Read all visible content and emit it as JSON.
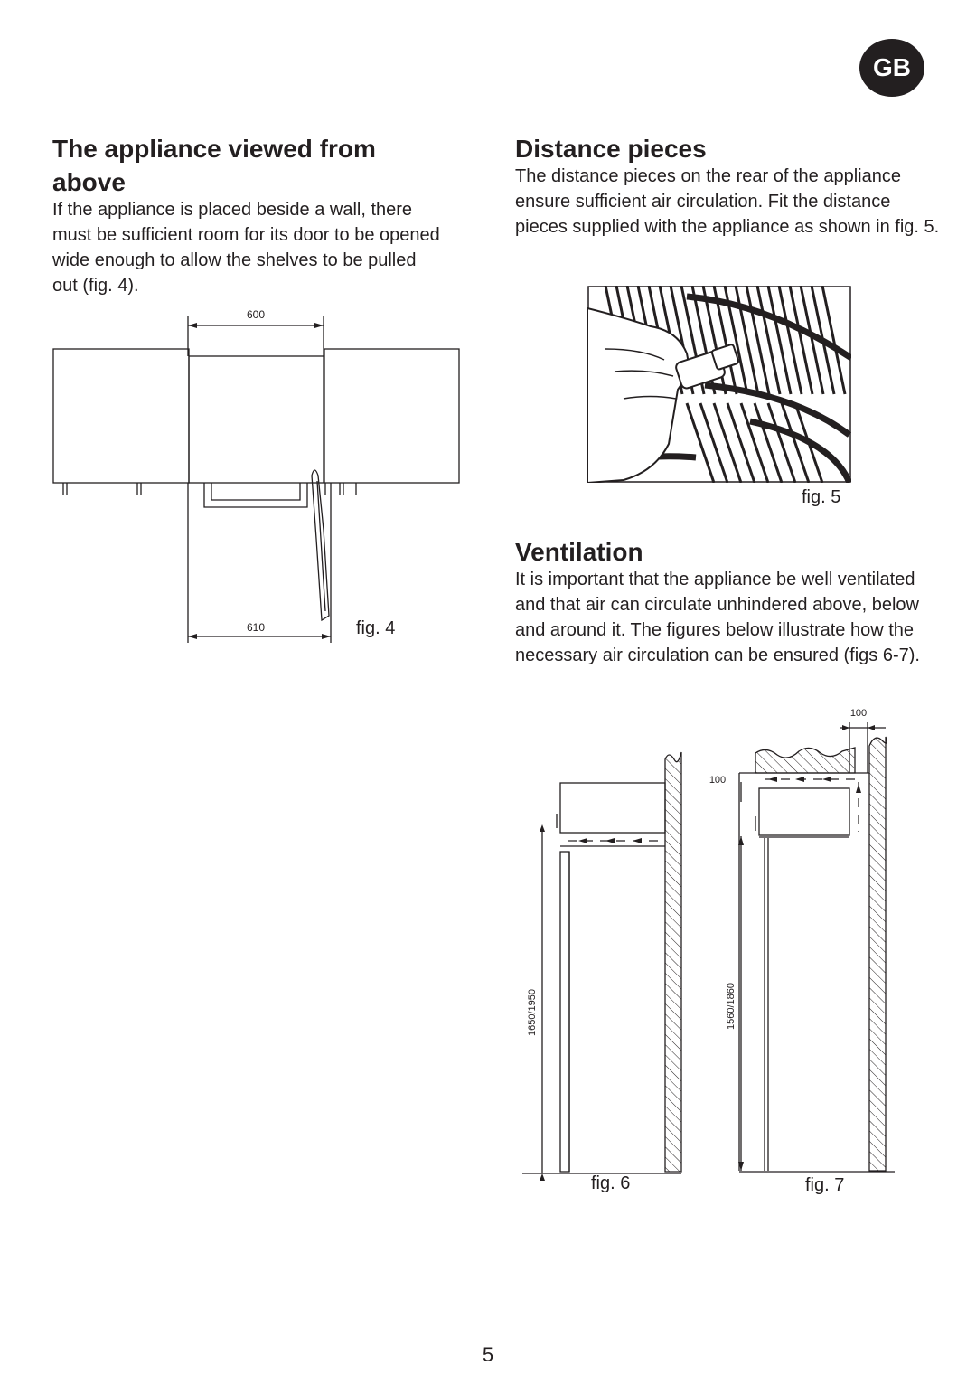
{
  "badge": "GB",
  "left": {
    "title": "The appliance viewed from above",
    "body": "If the appliance is placed beside a wall, there must be sufficient room for its door to be opened wide enough to allow the shelves to be pulled out (fig. 4).",
    "fig4": {
      "dim_top": "600",
      "dim_bottom": "610",
      "label": "fig. 4"
    }
  },
  "right": {
    "distance": {
      "title": "Distance pieces",
      "body": "The distance pieces on the rear of the appliance ensure sufficient air circulation. Fit the distance pieces supplied with the appliance as shown in fig. 5.",
      "fig5_label": "fig. 5"
    },
    "ventilation": {
      "title": "Ventilation",
      "body": "It is important that the appliance be well ventilated and that air can circulate unhindered above, below and around it. The figures below illustrate how the necessary air circulation can be ensured (figs 6-7).",
      "fig6": {
        "height_dim": "1650/1950",
        "label": "fig. 6"
      },
      "fig7": {
        "height_dim": "1560/1860",
        "top_dim": "100",
        "side_dim": "100",
        "label": "fig. 7"
      }
    }
  },
  "page_number": "5"
}
